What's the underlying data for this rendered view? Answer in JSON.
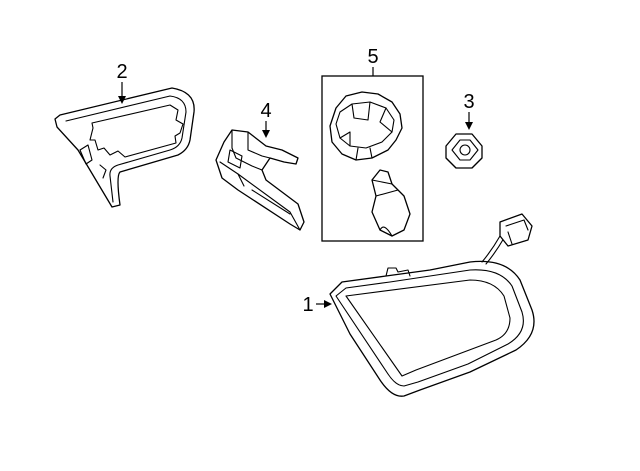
{
  "diagram": {
    "callouts": {
      "part1": "1",
      "part2": "2",
      "part3": "3",
      "part4": "4",
      "part5": "5"
    },
    "line_color": "#000000",
    "background_color": "#ffffff"
  }
}
